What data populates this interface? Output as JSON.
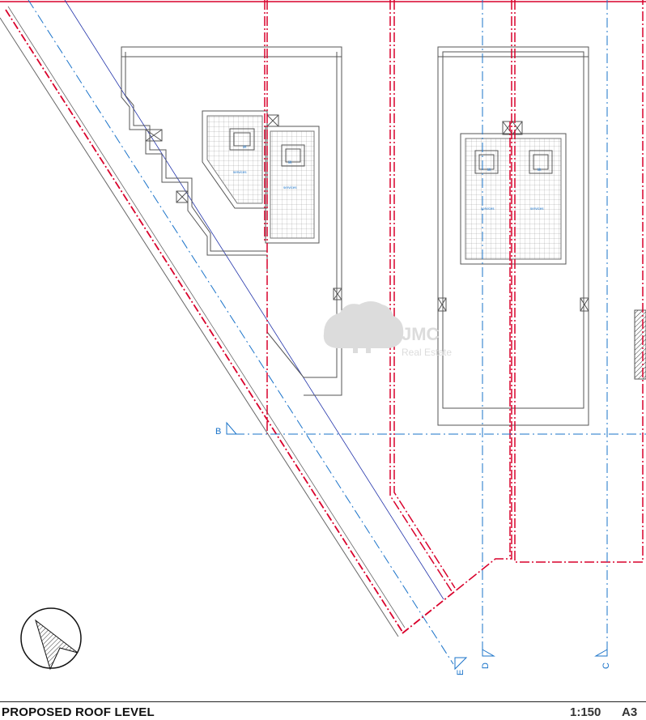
{
  "drawing": {
    "title": "PROPOSED ROOF LEVEL",
    "scale": "1:150",
    "sheet": "A3",
    "watermark_brand": "JMC",
    "watermark_sub": "Real Estate"
  },
  "labels": {
    "section_b": "B",
    "grid_c": "C",
    "grid_d": "D",
    "grid_e": "E",
    "services_1": "services",
    "services_2": "services",
    "services_3": "services",
    "services_4": "services",
    "lift_1": "lift",
    "lift_2": "lift",
    "lift_3": "lift",
    "lift_4": "lift"
  },
  "colors": {
    "boundary": "#d9002b",
    "grid": "#1a73c9",
    "outline": "#555555",
    "diag": "#2233aa"
  },
  "icons": [
    "north-arrow-icon"
  ]
}
